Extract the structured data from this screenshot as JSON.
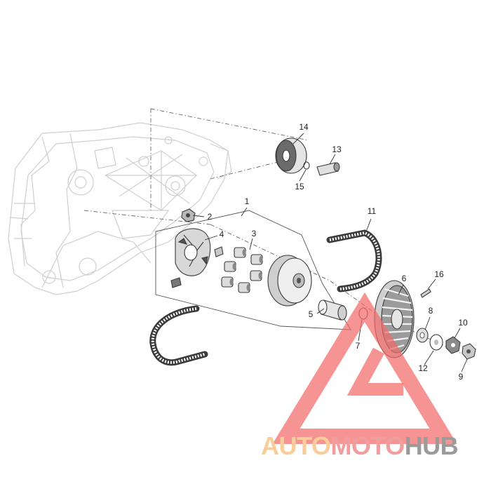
{
  "callouts": [
    "1",
    "2",
    "3",
    "4",
    "5",
    "6",
    "7",
    "8",
    "9",
    "10",
    "11",
    "12",
    "13",
    "14",
    "15",
    "16"
  ],
  "watermark": {
    "parts": [
      "AUTO",
      "MOTO",
      "HUB"
    ],
    "colors": [
      "#f7c48a",
      "#f08d8d",
      "#8a8a8a"
    ],
    "triangle_color": "#f26a6a"
  },
  "colors": {
    "line": "#3a3a3a",
    "ghost": "#cfcfcf",
    "background": "#ffffff"
  }
}
